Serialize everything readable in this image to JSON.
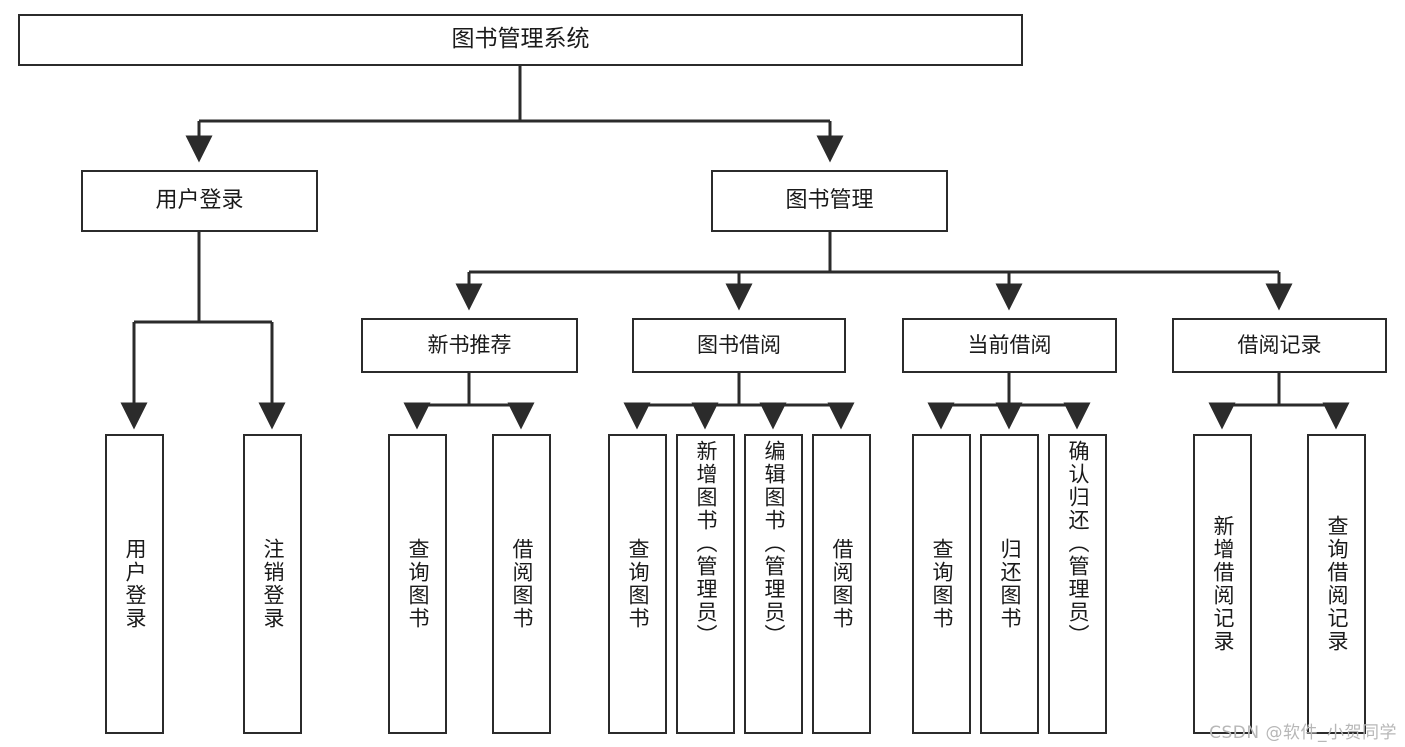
{
  "diagram": {
    "type": "tree-hierarchy",
    "title": "图书管理系统",
    "watermark": "CSDN @软件_小贺同学",
    "colors": {
      "border": "#2b2b2b",
      "background": "#ffffff",
      "text": "#1a1a1a",
      "watermark": "#b7b7b7"
    },
    "root": {
      "label": "图书管理系统"
    },
    "level1": [
      {
        "label": "用户登录"
      },
      {
        "label": "图书管理"
      }
    ],
    "level2": [
      {
        "label": "新书推荐"
      },
      {
        "label": "图书借阅"
      },
      {
        "label": "当前借阅"
      },
      {
        "label": "借阅记录"
      }
    ],
    "leaves": {
      "user_login": [
        {
          "label": "用户登录"
        },
        {
          "label": "注销登录"
        }
      ],
      "new_book": [
        {
          "label": "查询图书"
        },
        {
          "label": "借阅图书"
        }
      ],
      "book_borrow": [
        {
          "label": "查询图书"
        },
        {
          "label": "新增图书（管理员）"
        },
        {
          "label": "编辑图书（管理员）"
        },
        {
          "label": "借阅图书"
        }
      ],
      "current_borrow": [
        {
          "label": "查询图书"
        },
        {
          "label": "归还图书"
        },
        {
          "label": "确认归还（管理员）"
        }
      ],
      "borrow_record": [
        {
          "label": "新增借阅记录"
        },
        {
          "label": "查询借阅记录"
        }
      ]
    }
  }
}
